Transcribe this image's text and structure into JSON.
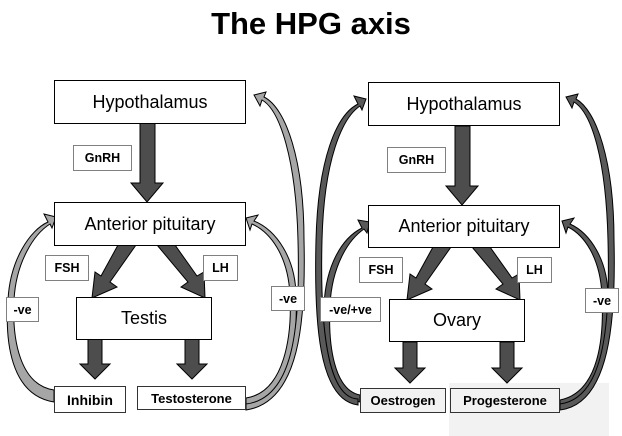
{
  "title": "The HPG axis",
  "colors": {
    "main_arrow": "#4d4d4d",
    "male_feedback_arrow": "#a6a6a6",
    "female_feedback_arrow": "#595959",
    "shaded_bg": "#f2f2f2"
  },
  "male": {
    "hypothalamus": "Hypothalamus",
    "gnrh": "GnRH",
    "anterior_pituitary": "Anterior pituitary",
    "fsh": "FSH",
    "lh": "LH",
    "gonad": "Testis",
    "hormone_left": "Inhibin",
    "hormone_right": "Testosterone",
    "feedback_left": "-ve",
    "feedback_right": "-ve"
  },
  "female": {
    "hypothalamus": "Hypothalamus",
    "gnrh": "GnRH",
    "anterior_pituitary": "Anterior pituitary",
    "fsh": "FSH",
    "lh": "LH",
    "gonad": "Ovary",
    "hormone_left": "Oestrogen",
    "hormone_right": "Progesterone",
    "feedback_left": "-ve/+ve",
    "feedback_right": "-ve"
  }
}
